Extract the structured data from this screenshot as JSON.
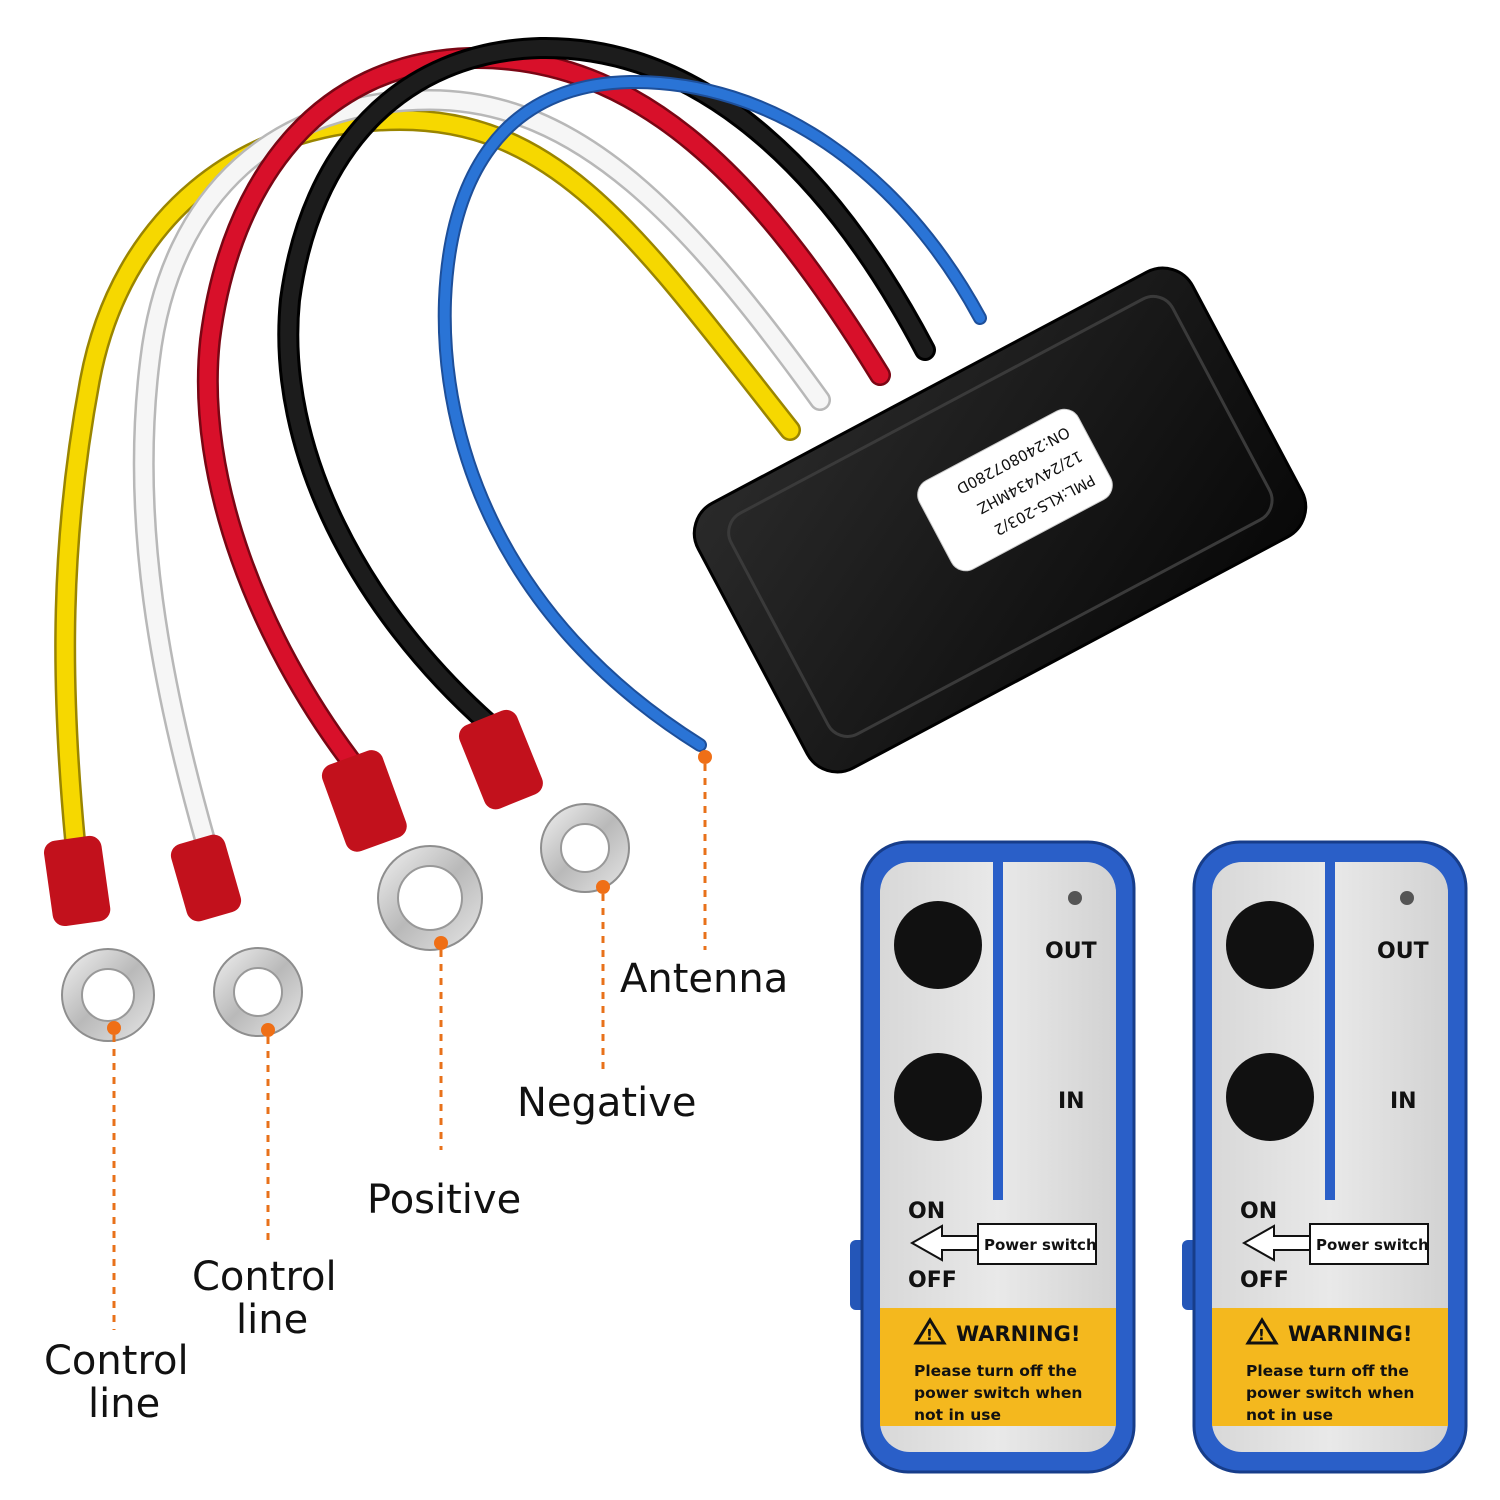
{
  "receiver": {
    "label_lines": [
      "PML:KLS-203/2",
      "12/24V434MHZ",
      "ON:240807280D"
    ]
  },
  "callouts": {
    "antenna": "Antenna",
    "negative": "Negative",
    "positive": "Positive",
    "control_line_1": [
      "Control",
      "line"
    ],
    "control_line_2": [
      "Control",
      "line"
    ]
  },
  "remotes": [
    {
      "out_label": "OUT",
      "in_label": "IN",
      "on_label": "ON",
      "off_label": "OFF",
      "switch_label": "Power switch",
      "warning_title": "WARNING!",
      "warning_lines": [
        "Please turn off the",
        "power switch when",
        "not  in use"
      ]
    },
    {
      "out_label": "OUT",
      "in_label": "IN",
      "on_label": "ON",
      "off_label": "OFF",
      "switch_label": "Power switch",
      "warning_title": "WARNING!",
      "warning_lines": [
        "Please turn off the",
        "power switch when",
        "not  in use"
      ]
    }
  ],
  "colors": {
    "wire_yellow": "#f6d800",
    "wire_white": "#f4f4f4",
    "wire_red": "#d8102a",
    "wire_black": "#111111",
    "wire_blue": "#2a74d6",
    "remote_blue": "#2a5fc8",
    "warning_yellow": "#f4b81e",
    "callout_orange": "#e8711a"
  }
}
